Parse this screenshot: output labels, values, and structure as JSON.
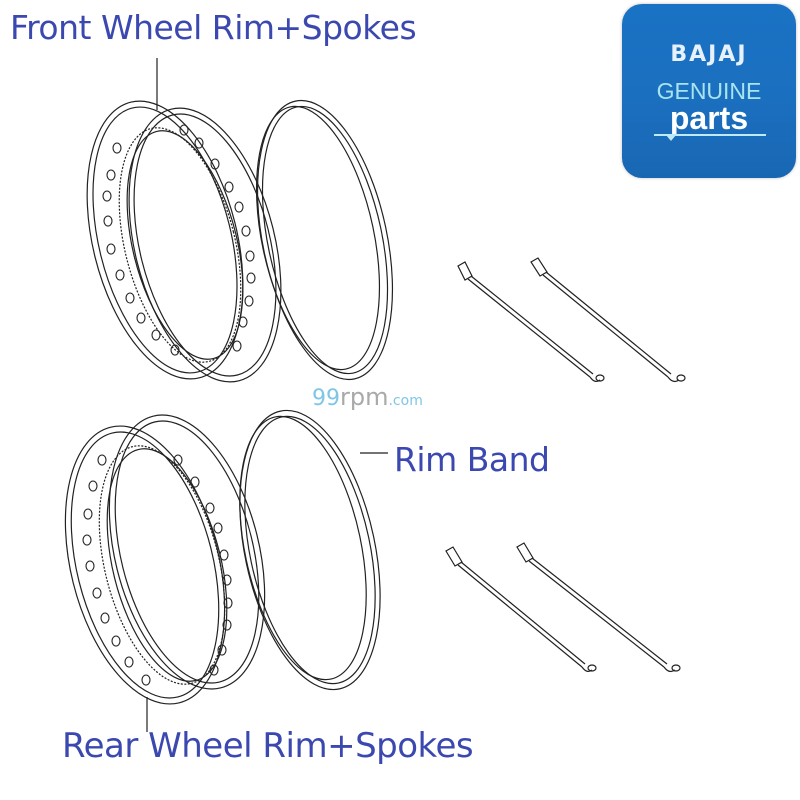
{
  "labels": {
    "front": "Front Wheel Rim+Spokes",
    "rear": "Rear Wheel Rim+Spokes",
    "rim_band": "Rim Band"
  },
  "logo": {
    "brand": "BAJAJ",
    "line1": "GENUINE",
    "line2": "parts",
    "background": "#1a6fc0"
  },
  "watermark": {
    "part1": "99",
    "part2": "rpm",
    "part3": ".com"
  },
  "colors": {
    "label_text": "#3b48b0",
    "line_art": "#222222"
  },
  "parts": [
    {
      "name": "front-rim",
      "type": "rim"
    },
    {
      "name": "front-rim-band",
      "type": "rim-band"
    },
    {
      "name": "front-spoke-1",
      "type": "spoke"
    },
    {
      "name": "front-spoke-2",
      "type": "spoke"
    },
    {
      "name": "rear-rim",
      "type": "rim"
    },
    {
      "name": "rear-rim-band",
      "type": "rim-band"
    },
    {
      "name": "rear-spoke-1",
      "type": "spoke"
    },
    {
      "name": "rear-spoke-2",
      "type": "spoke"
    }
  ]
}
